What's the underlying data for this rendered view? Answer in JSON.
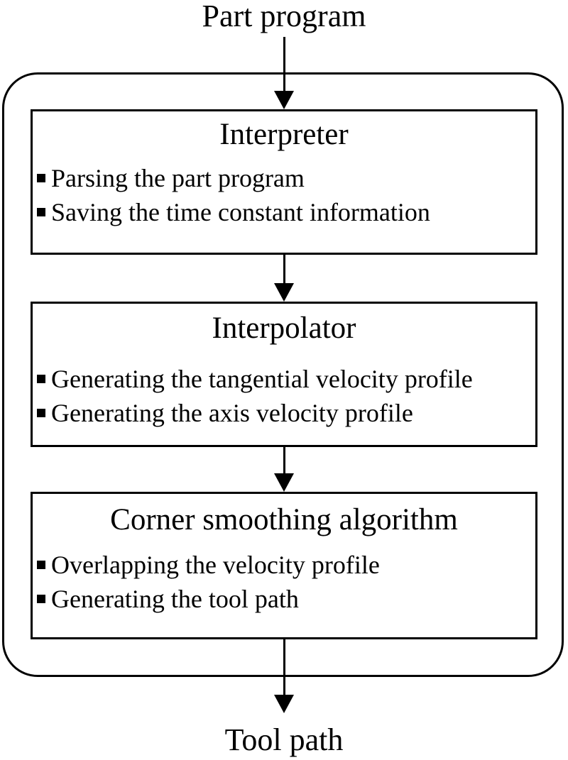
{
  "diagram": {
    "top_label": "Part program",
    "bottom_label": "Tool path",
    "boxes": [
      {
        "title": "Interpreter",
        "bullets": [
          "Parsing the part program",
          "Saving the time constant information"
        ]
      },
      {
        "title": "Interpolator",
        "bullets": [
          "Generating the tangential velocity profile",
          "Generating the axis velocity profile"
        ]
      },
      {
        "title": "Corner smoothing algorithm",
        "bullets": [
          "Overlapping the velocity profile",
          "Generating the tool path"
        ]
      }
    ],
    "colors": {
      "line": "#000000",
      "text": "#000000",
      "background": "#ffffff"
    }
  }
}
